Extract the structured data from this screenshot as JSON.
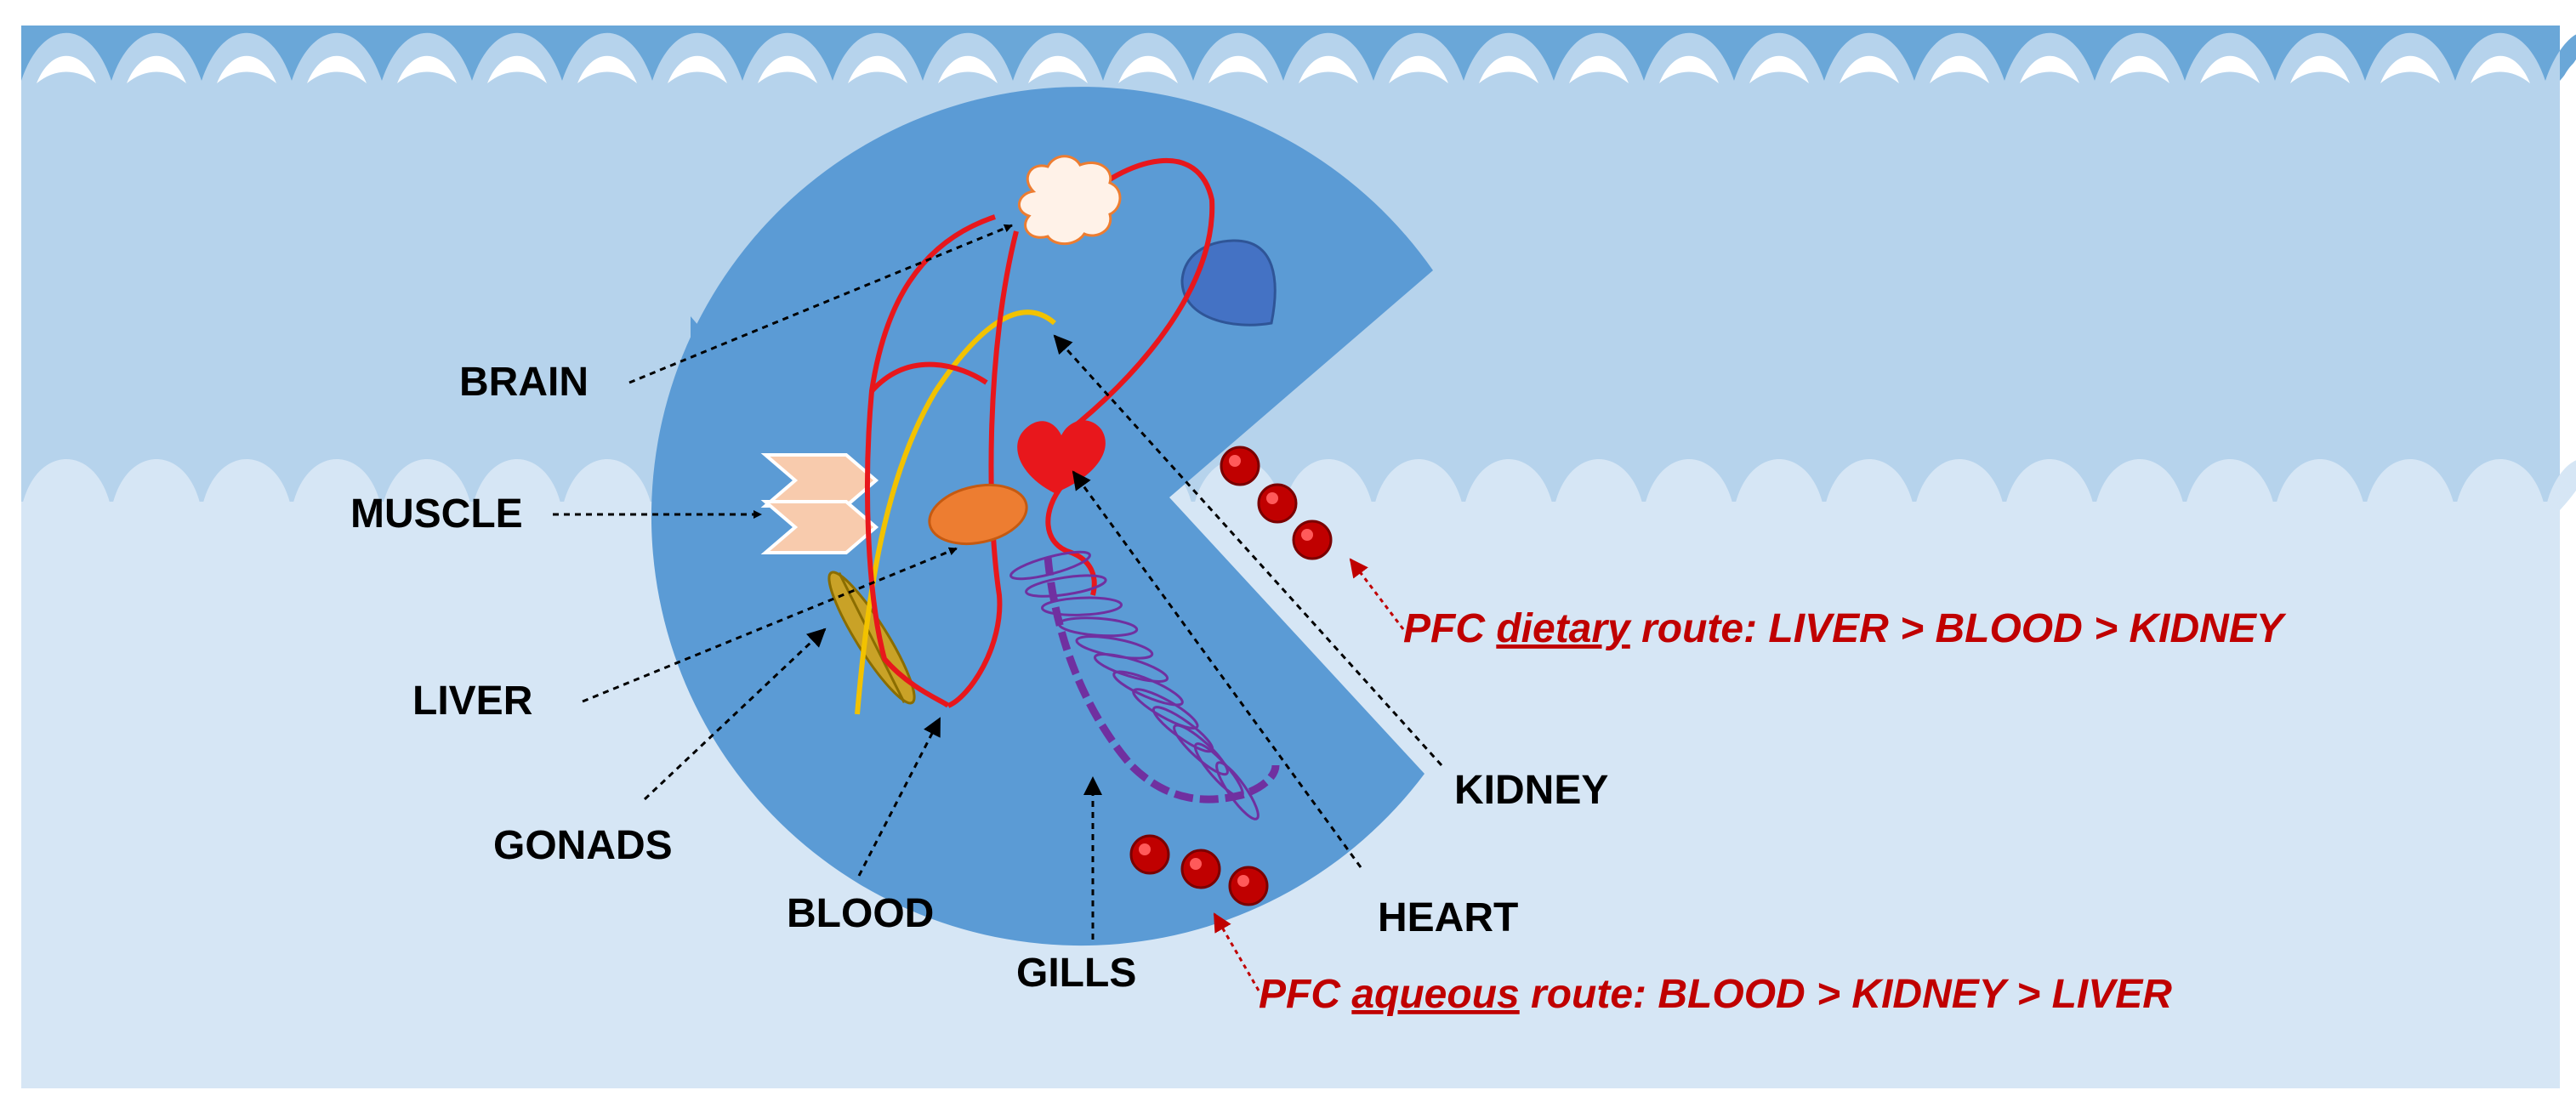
{
  "labels": {
    "brain": "BRAIN",
    "muscle": "MUSCLE",
    "liver": "LIVER",
    "gonads": "GONADS",
    "blood": "BLOOD",
    "gills": "GILLS",
    "heart": "HEART",
    "kidney": "KIDNEY"
  },
  "routes": {
    "dietary": {
      "prefix": "PFC ",
      "keyword": "dietary",
      "suffix": " route: LIVER > BLOOD > KIDNEY"
    },
    "aqueous": {
      "prefix": "PFC ",
      "keyword": "aqueous",
      "suffix": " route: BLOOD > KIDNEY > LIVER"
    }
  },
  "colors": {
    "water_upper": "#b6d3ec",
    "water_lower": "#d6e6f5",
    "fish_body": "#5b9bd5",
    "blood_vessel": "#e8171c",
    "nerve": "#f2c200",
    "liver": "#ed7d31",
    "gills": "#7030a0",
    "gonads": "#c9a227",
    "muscle": "#f8cbad",
    "pfc_particle": "#c00000",
    "route_text": "#c00000",
    "arrow": "#000000"
  }
}
